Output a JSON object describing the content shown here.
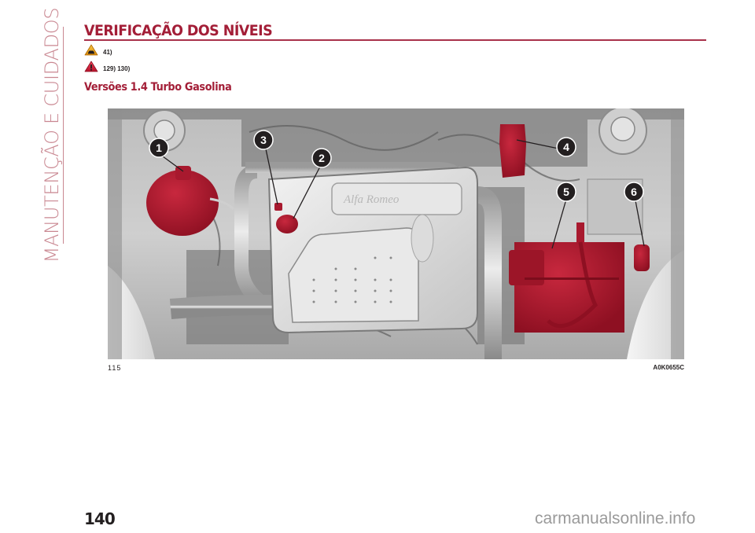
{
  "chapter": {
    "label": "MANUTENÇÃO E CUIDADOS"
  },
  "section": {
    "title": "VERIFICAÇÃO DOS NÍVEIS",
    "references": [
      {
        "icon": "vehicle-warning-icon",
        "text": "41)"
      },
      {
        "icon": "danger-warning-icon",
        "text": "129) 130)"
      }
    ],
    "subtitle": "Versões 1.4 Turbo Gasolina"
  },
  "figure": {
    "number": "115",
    "code": "A0K0655C",
    "callouts": [
      {
        "n": "1",
        "part": "coolant-expansion-tank"
      },
      {
        "n": "2",
        "part": "engine-oil-filler-cap"
      },
      {
        "n": "3",
        "part": "engine-oil-dipstick"
      },
      {
        "n": "4",
        "part": "brake-fluid-reservoir"
      },
      {
        "n": "5",
        "part": "battery"
      },
      {
        "n": "6",
        "part": "windscreen-washer-fluid-reservoir"
      }
    ]
  },
  "colors": {
    "accent": "#a31e37",
    "highlight": "#a8192e",
    "chapter": "#c98791"
  },
  "page": {
    "number": "140"
  },
  "watermark": {
    "text": "carmanualsonline.info"
  }
}
